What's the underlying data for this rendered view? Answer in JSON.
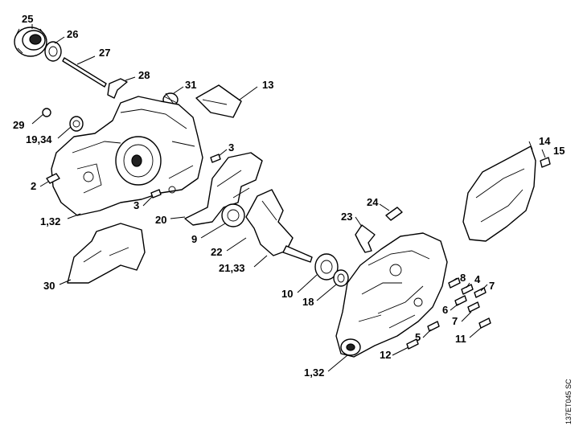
{
  "figure_code": "137ET045 SC",
  "callouts": [
    {
      "id": "c25",
      "text": "25"
    },
    {
      "id": "c26",
      "text": "26"
    },
    {
      "id": "c27",
      "text": "27"
    },
    {
      "id": "c28",
      "text": "28"
    },
    {
      "id": "c31",
      "text": "31"
    },
    {
      "id": "c13",
      "text": "13"
    },
    {
      "id": "c29",
      "text": "29"
    },
    {
      "id": "c19_34",
      "text": "19,34"
    },
    {
      "id": "c3a",
      "text": "3"
    },
    {
      "id": "c2",
      "text": "2"
    },
    {
      "id": "c3b",
      "text": "3"
    },
    {
      "id": "c20",
      "text": "20"
    },
    {
      "id": "c1_32a",
      "text": "1,32"
    },
    {
      "id": "c9",
      "text": "9"
    },
    {
      "id": "c22",
      "text": "22"
    },
    {
      "id": "c21_33",
      "text": "21,33"
    },
    {
      "id": "c30",
      "text": "30"
    },
    {
      "id": "c24",
      "text": "24"
    },
    {
      "id": "c23",
      "text": "23"
    },
    {
      "id": "c10",
      "text": "10"
    },
    {
      "id": "c18",
      "text": "18"
    },
    {
      "id": "c14",
      "text": "14"
    },
    {
      "id": "c15",
      "text": "15"
    },
    {
      "id": "c8",
      "text": "8"
    },
    {
      "id": "c4",
      "text": "4"
    },
    {
      "id": "c7a",
      "text": "7"
    },
    {
      "id": "c6",
      "text": "6"
    },
    {
      "id": "c7b",
      "text": "7"
    },
    {
      "id": "c5",
      "text": "5"
    },
    {
      "id": "c11",
      "text": "11"
    },
    {
      "id": "c12",
      "text": "12"
    },
    {
      "id": "c1_32b",
      "text": "1,32"
    }
  ]
}
